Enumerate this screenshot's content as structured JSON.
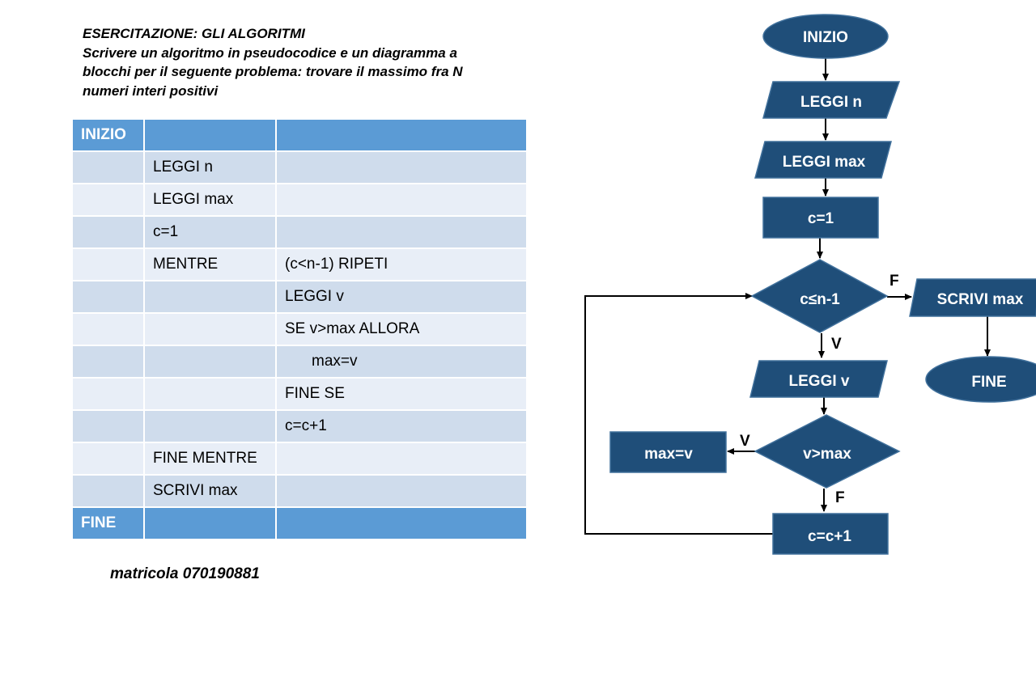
{
  "heading": {
    "title": "ESERCITAZIONE: GLI ALGORITMI",
    "line1": "Scrivere un algoritmo in pseudocodice e un diagramma a",
    "line2": "blocchi per il seguente problema: trovare il massimo fra N",
    "line3": "numeri interi positivi"
  },
  "pseudocode": {
    "rows": [
      [
        "INIZIO",
        "",
        ""
      ],
      [
        "",
        "LEGGI n",
        ""
      ],
      [
        "",
        "LEGGI max",
        ""
      ],
      [
        "",
        "c=1",
        ""
      ],
      [
        "",
        "MENTRE",
        "(c<n-1) RIPETI"
      ],
      [
        "",
        "",
        "LEGGI v"
      ],
      [
        "",
        "",
        "SE v>max ALLORA"
      ],
      [
        "",
        "",
        "max=v"
      ],
      [
        "",
        "",
        "FINE SE"
      ],
      [
        "",
        "",
        "c=c+1"
      ],
      [
        "",
        "FINE MENTRE",
        ""
      ],
      [
        "",
        "SCRIVI max",
        ""
      ],
      [
        "FINE",
        "",
        ""
      ]
    ]
  },
  "matricola": "matricola 070190881",
  "flowchart": {
    "start": "INIZIO",
    "read_n": "LEGGI n",
    "read_max": "LEGGI max",
    "init_c": "c=1",
    "cond_loop": "c≤n-1",
    "read_v": "LEGGI v",
    "cond_max": "v>max",
    "assign_max": "max=v",
    "increment": "c=c+1",
    "write_max": "SCRIVI max",
    "end": "FINE",
    "label_true": "V",
    "label_false": "F"
  },
  "colors": {
    "shape_fill": "#1f4e79",
    "table_header": "#5b9bd5",
    "table_row_dark": "#cfdcec",
    "table_row_light": "#e8eef7"
  }
}
